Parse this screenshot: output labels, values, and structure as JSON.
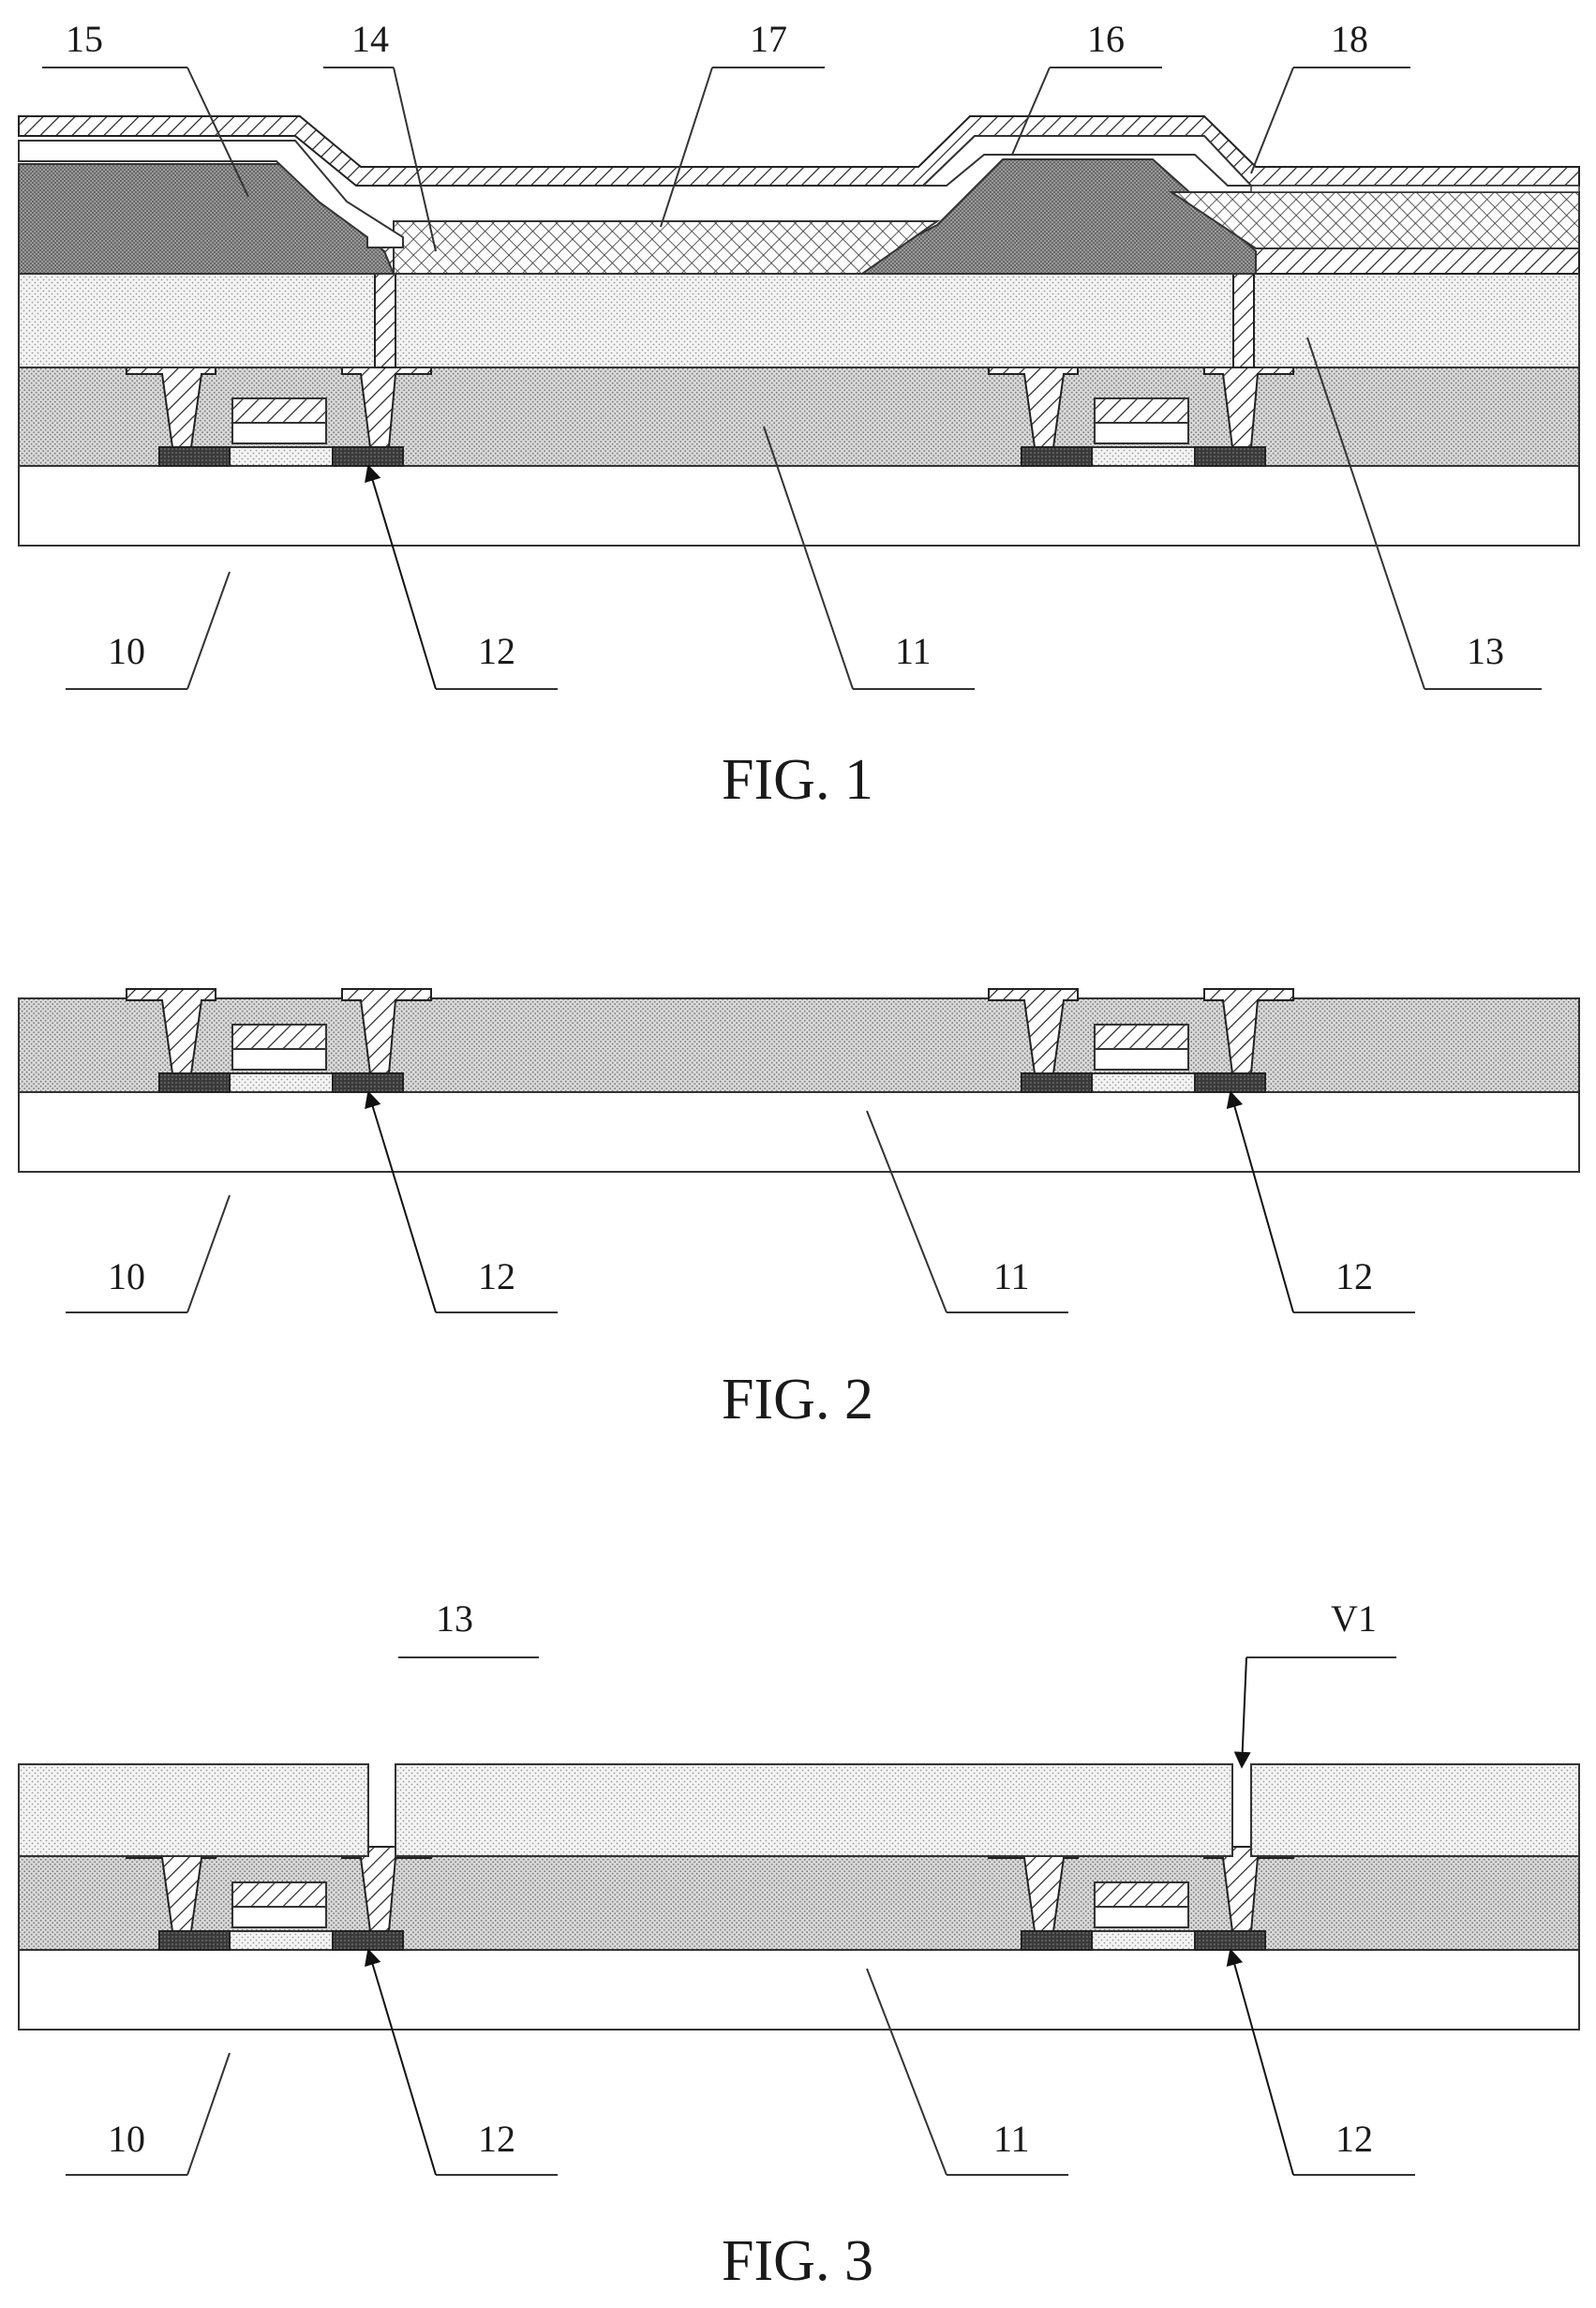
{
  "figures": [
    {
      "caption": "FIG. 1",
      "labels": [
        "15",
        "14",
        "17",
        "16",
        "18",
        "13",
        "11",
        "12",
        "10"
      ]
    },
    {
      "caption": "FIG. 2",
      "labels": [
        "10",
        "12",
        "11",
        "12"
      ]
    },
    {
      "caption": "FIG. 3",
      "labels": [
        "13",
        "V1",
        "10",
        "12",
        "11",
        "12"
      ]
    }
  ]
}
